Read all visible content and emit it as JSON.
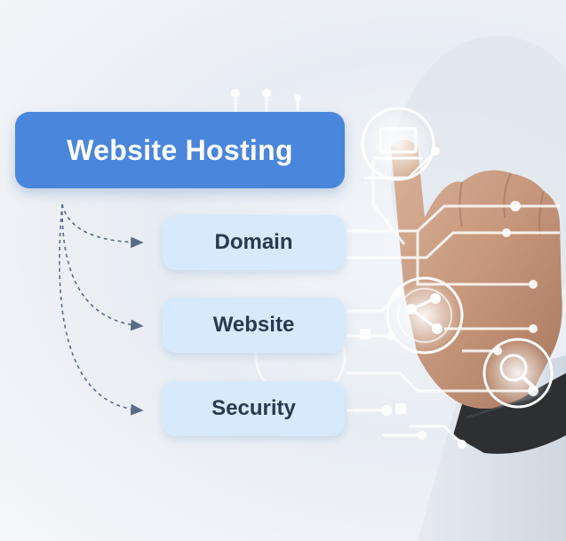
{
  "diagram": {
    "title": "Website Hosting",
    "items": [
      {
        "label": "Domain"
      },
      {
        "label": "Website"
      },
      {
        "label": "Security"
      }
    ]
  },
  "colors": {
    "title_bg": "#4a86db",
    "item_bg": "#d6eafb",
    "item_text": "#2b3950",
    "arrow": "#5b6b85",
    "circuit": "#ffffff"
  },
  "icons": [
    "laptop-icon",
    "share-network-icon",
    "magnifier-icon"
  ]
}
